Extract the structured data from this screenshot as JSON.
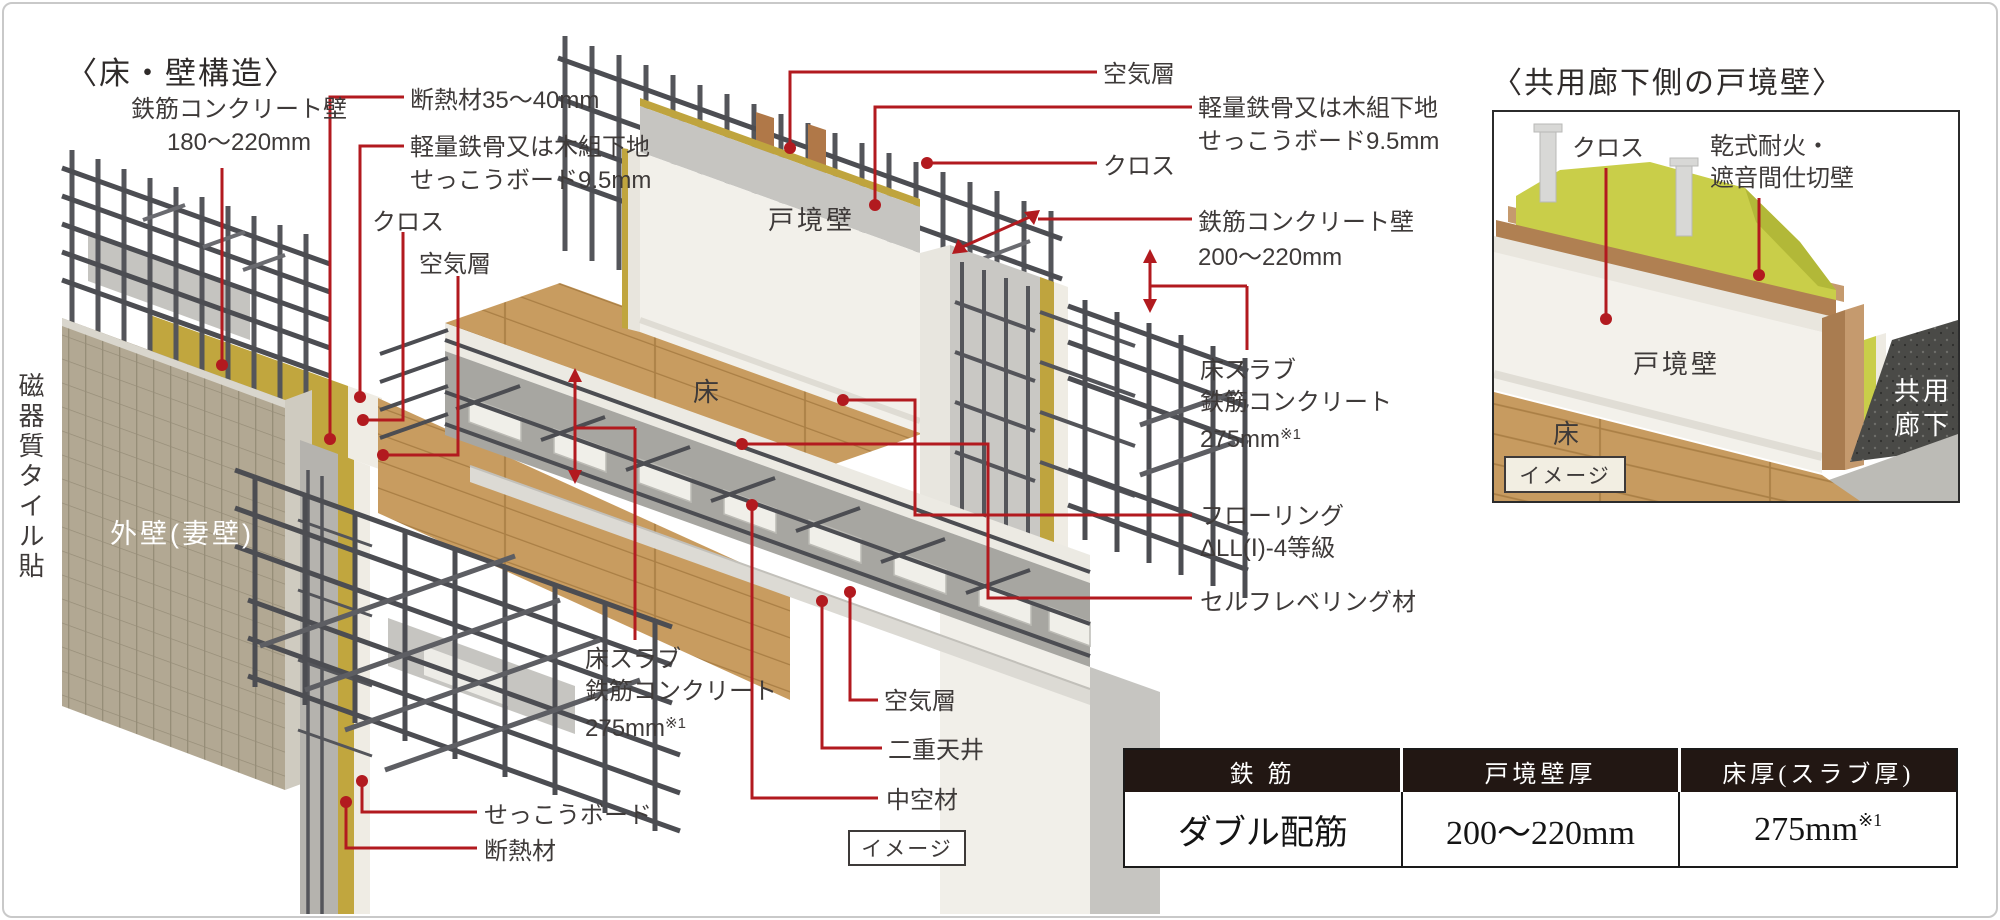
{
  "page": {
    "accent_red": "#b21a1f",
    "text_color": "#3e3a39"
  },
  "main": {
    "title": "〈床・壁構造〉",
    "image_tag": "イメージ",
    "labels": {
      "rc_wall_left": [
        "鉄筋コンクリート壁",
        "180〜220mm"
      ],
      "insulation_35_40": "断熱材35〜40mm",
      "lgs_gypsum_left": [
        "軽量鉄骨又は木組下地",
        "せっこうボード9.5mm"
      ],
      "cross_left": "クロス",
      "air_layer_left": "空気層",
      "tile_finish": "磁器質タイル貼",
      "outer_wall": "外壁(妻壁)",
      "partition_wall": "戸境壁",
      "floor": "床",
      "air_layer_top": "空気層",
      "lgs_gypsum_right": [
        "軽量鉄骨又は木組下地",
        "せっこうボード9.5mm"
      ],
      "cross_right": "クロス",
      "rc_wall_right": [
        "鉄筋コンクリート壁",
        "200〜220mm"
      ],
      "floor_slab_right": [
        "床スラブ",
        "鉄筋コンクリート",
        "275mm"
      ],
      "slab_note": "※1",
      "flooring": [
        "フローリング",
        "ΔLL(Ⅰ)-4等級"
      ],
      "self_leveling": "セルフレベリング材",
      "air_layer_bottom": "空気層",
      "double_ceiling": "二重天井",
      "hollow_material": "中空材",
      "floor_slab_left": [
        "床スラブ",
        "鉄筋コンクリート",
        "275mm"
      ],
      "gypsum_board": "せっこうボード",
      "insulation_bottom": "断熱材"
    }
  },
  "right_panel": {
    "title": "〈共用廊下側の戸境壁〉",
    "image_tag": "イメージ",
    "labels": {
      "cross": "クロス",
      "dry_partition": [
        "乾式耐火・",
        "遮音間仕切壁"
      ],
      "partition_wall": "戸境壁",
      "floor": "床",
      "corridor": [
        "共用",
        "廊下"
      ]
    }
  },
  "spec_table": {
    "headers": [
      "鉄 筋",
      "戸境壁厚",
      "床厚(スラブ厚)"
    ],
    "row": [
      "ダブル配筋",
      "200〜220mm",
      "275mm"
    ],
    "note": "※1"
  }
}
